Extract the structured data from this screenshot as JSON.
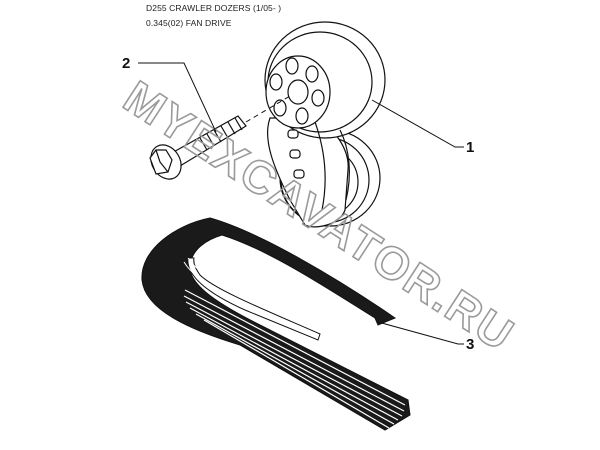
{
  "header": {
    "model_line": "D255 CRAWLER DOZERS (1/05- )",
    "section_line": "0.345(02) FAN DRIVE"
  },
  "callouts": {
    "idler": "1",
    "bolt": "2",
    "belt": "3"
  },
  "watermark": {
    "text": "MYEXCAVATOR.RU"
  },
  "colors": {
    "line": "#111111",
    "belt_fill": "#1a1a1a",
    "watermark": "#9a9a9a",
    "background": "#ffffff"
  }
}
